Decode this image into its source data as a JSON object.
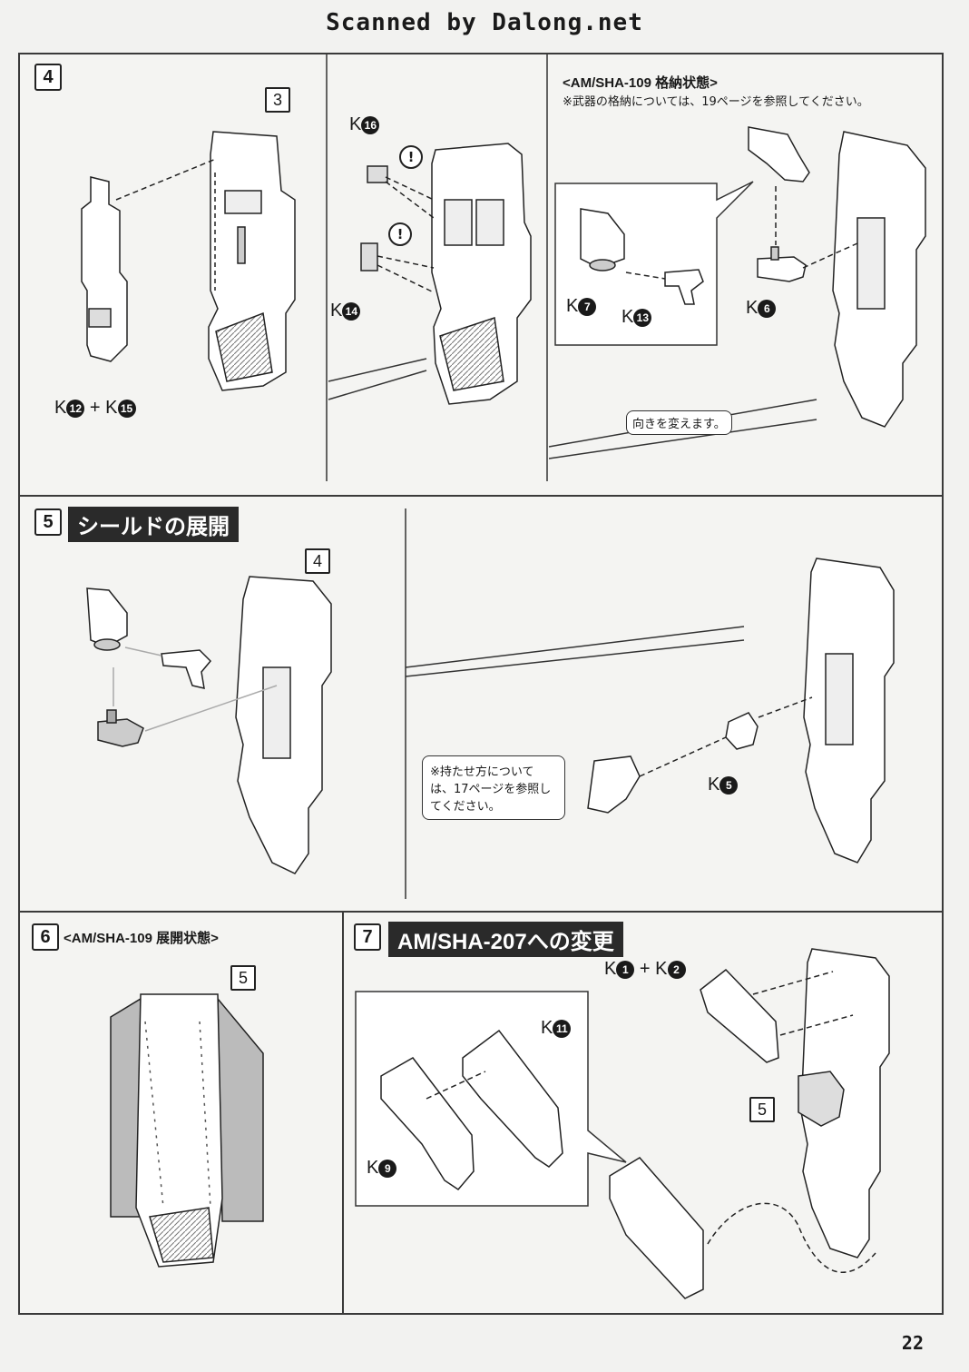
{
  "header": {
    "scan_credit": "Scanned by Dalong.net"
  },
  "step4": {
    "number": "4",
    "ref_box": "3",
    "label_k12_k15": {
      "k1": "K",
      "n1": "12",
      "plus": "+",
      "k2": "K",
      "n2": "15"
    },
    "label_k16": {
      "k": "K",
      "n": "16"
    },
    "label_k14": {
      "k": "K",
      "n": "14"
    },
    "warn_icon": "!",
    "storage_heading": "<AM/SHA-109 格納状態>",
    "storage_note": "※武器の格納については、19ページを参照してください。",
    "label_k7": {
      "k": "K",
      "n": "7"
    },
    "label_k13": {
      "k": "K",
      "n": "13"
    },
    "label_k6": {
      "k": "K",
      "n": "6"
    },
    "rotate_note": "向きを変えます。"
  },
  "step5": {
    "number": "5",
    "title": "シールドの展開",
    "ref_box": "4",
    "hold_note": "※持たせ方については、17ページを参照してください。",
    "label_k5": {
      "k": "K",
      "n": "5"
    }
  },
  "step6": {
    "number": "6",
    "heading": "<AM/SHA-109 展開状態>",
    "ref_box": "5"
  },
  "step7": {
    "number": "7",
    "title": "AM/SHA-207への変更",
    "label_k1_k2": {
      "k1": "K",
      "n1": "1",
      "plus": "+",
      "k2": "K",
      "n2": "2"
    },
    "label_k11": {
      "k": "K",
      "n": "11"
    },
    "label_k9": {
      "k": "K",
      "n": "9"
    },
    "ref_box": "5"
  },
  "footer": {
    "page_number": "22"
  }
}
